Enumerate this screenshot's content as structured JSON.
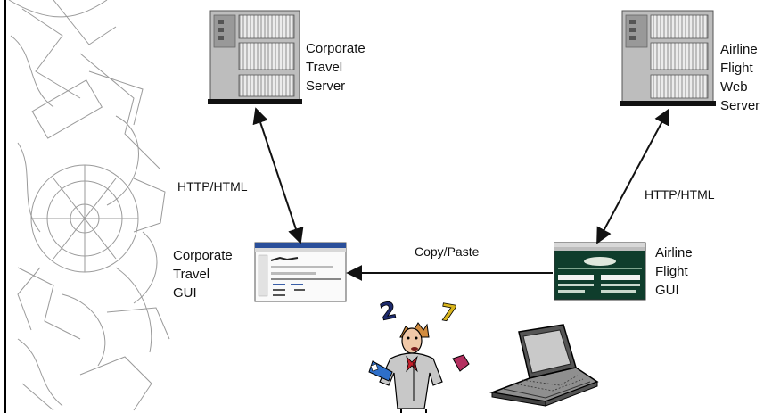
{
  "nodes": {
    "corporate_server": {
      "lines": [
        "Corporate",
        "Travel",
        "Server"
      ]
    },
    "airline_server": {
      "lines": [
        "Airline",
        "Flight",
        "Web",
        "Server"
      ]
    },
    "corporate_gui": {
      "lines": [
        "Corporate",
        "Travel",
        "GUI"
      ]
    },
    "airline_gui": {
      "lines": [
        "Airline",
        "Flight",
        "GUI"
      ]
    }
  },
  "edges": {
    "corporate_http": "HTTP/HTML",
    "airline_http": "HTTP/HTML",
    "copy_paste": "Copy/Paste"
  },
  "person_numbers": {
    "left": "2",
    "right": "7"
  },
  "colors": {
    "server_body": "#bdbdbd",
    "server_panel": "#e9e9e9",
    "ink": "#111111",
    "airline_gui_dark": "#0f3d2c",
    "number_navy": "#1d2a6b",
    "number_yellow": "#d9b51d",
    "suit": "#c8c8c8",
    "tie": "#c41e2a"
  }
}
